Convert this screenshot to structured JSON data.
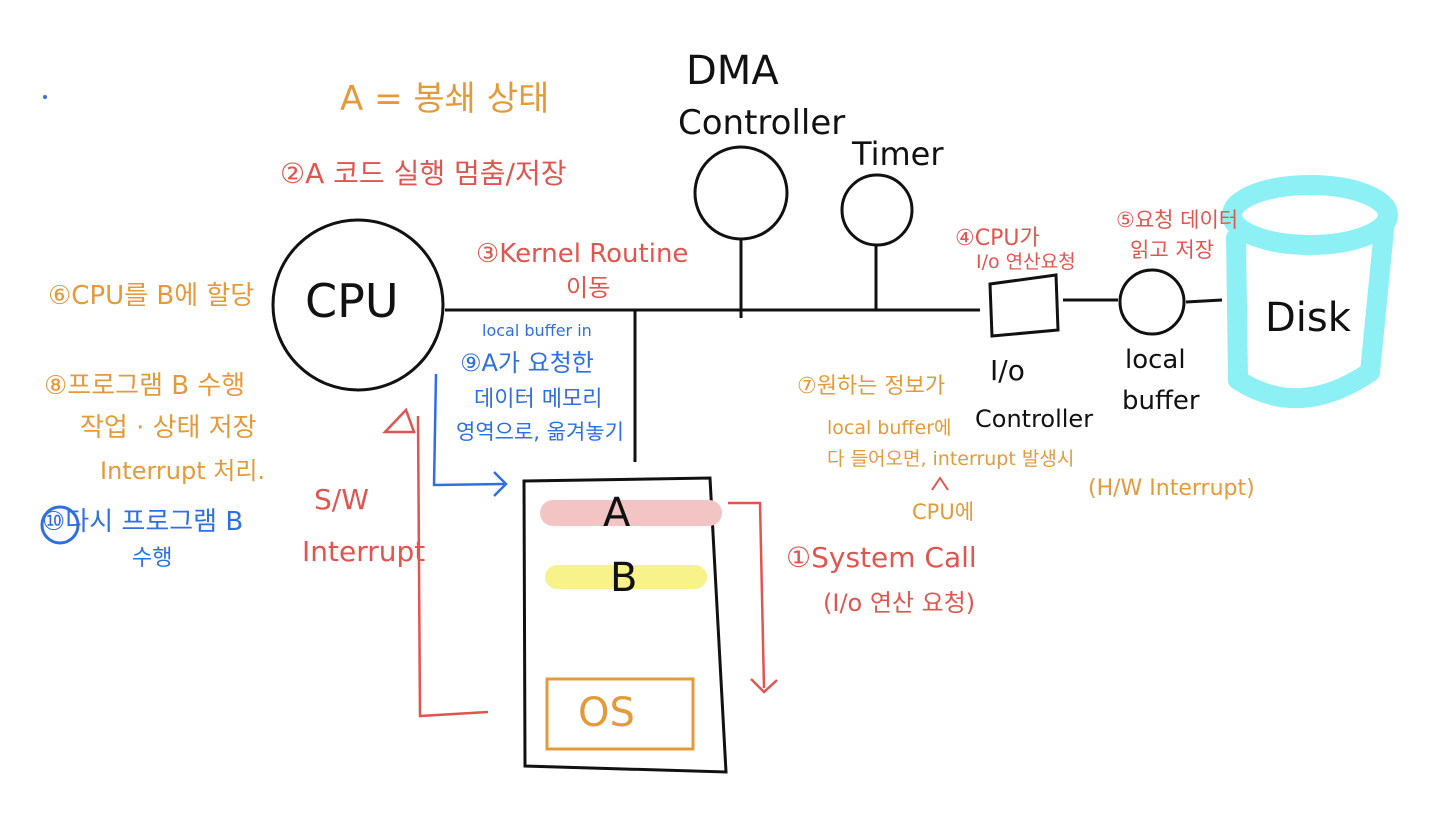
{
  "colors": {
    "black": "#111111",
    "red": "#e0554f",
    "orange": "#e39a3a",
    "blue": "#2f6fe0",
    "disk_cyan": "#8cf0f5",
    "highlight_pink": "#f2c4c4",
    "highlight_yellow": "#f7f28a"
  },
  "components": {
    "cpu": "CPU",
    "dma_line1": "DMA",
    "dma_line2": "Controller",
    "timer": "Timer",
    "io_line1": "I/o",
    "io_line2": "Controller",
    "local_buffer_line1": "local",
    "local_buffer_line2": "buffer",
    "disk": "Disk"
  },
  "memory": {
    "process_a": "A",
    "process_b": "B",
    "os": "OS"
  },
  "annotations": {
    "state_a": "A = 봉쇄 상태",
    "step2": "②A 코드 실행 멈춤/저장",
    "step3_line1": "③Kernel Routine",
    "step3_line2": "이동",
    "step4_line1": "④CPU가",
    "step4_line2": "I/o 연산요청",
    "step5_line1": "⑤요청 데이터",
    "step5_line2": "읽고 저장",
    "step6": "⑥CPU를 B에 할당",
    "step8_line1": "⑧프로그램 B 수행",
    "step8_line2": "작업 · 상태 저장",
    "step8_line3": "Interrupt 처리.",
    "step10_line1": "⑩다시 프로그램 B",
    "step10_line2": "수행",
    "step9_line1": "local buffer in",
    "step9_line2": "⑨A가 요청한",
    "step9_line3": "데이터 메모리",
    "step9_line4": "영역으로, 옮겨놓기",
    "step7_line1": "⑦원하는 정보가",
    "step7_line2": "local buffer에",
    "step7_line3": "다 들어오면, interrupt 발생시",
    "step7_line4": "CPU에",
    "hw_interrupt": "(H/W Interrupt)",
    "sw_interrupt_line1": "S/W",
    "sw_interrupt_line2": "Interrupt",
    "step1_line1": "①System Call",
    "step1_line2": "(I/o 연산 요청)"
  }
}
